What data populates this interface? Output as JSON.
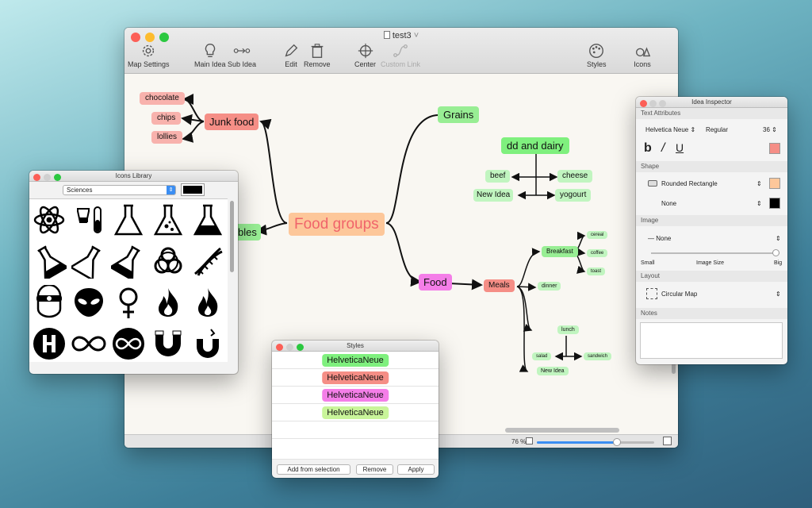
{
  "main_window": {
    "title": "test3",
    "toolbar": [
      {
        "id": "map-settings",
        "label": "Map Settings",
        "icon": "gear-icon"
      },
      {
        "id": "main-idea",
        "label": "Main Idea",
        "icon": "lightbulb-icon"
      },
      {
        "id": "sub-idea",
        "label": "Sub Idea",
        "icon": "sub-idea-icon"
      },
      {
        "id": "edit",
        "label": "Edit",
        "icon": "pencil-icon"
      },
      {
        "id": "remove",
        "label": "Remove",
        "icon": "trash-icon"
      },
      {
        "id": "center",
        "label": "Center",
        "icon": "crosshair-icon"
      },
      {
        "id": "custom-link",
        "label": "Custom Link",
        "icon": "custom-link-icon",
        "disabled": true
      },
      {
        "id": "styles",
        "label": "Styles",
        "icon": "palette-icon"
      },
      {
        "id": "icons",
        "label": "Icons",
        "icon": "shapes-icon"
      }
    ],
    "zoom_label": "76 %",
    "zoom_value": 0.68
  },
  "mindmap": {
    "nodes": [
      {
        "id": "food-groups",
        "label": "Food groups",
        "color": "#fdc79a"
      },
      {
        "id": "junk-food",
        "label": "Junk food",
        "color": "#f58e86"
      },
      {
        "id": "chocolate",
        "label": "chocolate",
        "color": "#f8b2ad"
      },
      {
        "id": "chips",
        "label": "chips",
        "color": "#f8b2ad"
      },
      {
        "id": "lollies",
        "label": "lollies",
        "color": "#f8b2ad"
      },
      {
        "id": "grains",
        "label": "Grains",
        "color": "#98ee94"
      },
      {
        "id": "dairy",
        "label": "dd and dairy",
        "color": "#7ff07e"
      },
      {
        "id": "beef",
        "label": "beef",
        "color": "#c1f5c0"
      },
      {
        "id": "cheese",
        "label": "cheese",
        "color": "#c1f5c0"
      },
      {
        "id": "new-idea-1",
        "label": "New Idea",
        "color": "#c1f5c0"
      },
      {
        "id": "yogourt",
        "label": "yogourt",
        "color": "#c1f5c0"
      },
      {
        "id": "vegetables",
        "label": "bles",
        "color": "#98ee94"
      },
      {
        "id": "food",
        "label": "Food",
        "color": "#f47ee8"
      },
      {
        "id": "meals",
        "label": "Meals",
        "color": "#f58e86"
      },
      {
        "id": "breakfast",
        "label": "Breakfast",
        "color": "#98ee94"
      },
      {
        "id": "cereal",
        "label": "cereal",
        "color": "#c1f5c0"
      },
      {
        "id": "coffee",
        "label": "coffee",
        "color": "#c1f5c0"
      },
      {
        "id": "toast",
        "label": "toast",
        "color": "#c1f5c0"
      },
      {
        "id": "dinner",
        "label": "dinner",
        "color": "#c1f5c0"
      },
      {
        "id": "lunch",
        "label": "lunch",
        "color": "#c1f5c0"
      },
      {
        "id": "salad",
        "label": "salad",
        "color": "#c1f5c0"
      },
      {
        "id": "sandwich",
        "label": "sandwich",
        "color": "#c1f5c0"
      },
      {
        "id": "new-idea-2",
        "label": "New Idea",
        "color": "#c1f5c0"
      }
    ]
  },
  "icons_library": {
    "title": "Icons Library",
    "category": "Sciences",
    "color": "#000000",
    "icons": [
      "atom-icon",
      "test-tubes-icon",
      "flask-icon",
      "flask-bubbles-icon",
      "flask-filled-icon",
      "flask-tilted-dots-icon",
      "flask-tilted-icon",
      "flask-tilted-filled-icon",
      "biohazard-icon",
      "dna-icon",
      "cyclops-icon",
      "alien-icon",
      "female-symbol-icon",
      "flame-icon",
      "flame-filled-icon",
      "hospital-h-icon",
      "infinity-icon",
      "infinity-circle-icon",
      "magnet-icon",
      "magnet-broken-icon"
    ]
  },
  "styles_panel": {
    "title": "Styles",
    "styles": [
      {
        "label": "HelveticaNeue",
        "color": "#7ff07e"
      },
      {
        "label": "HelveticaNeue",
        "color": "#f58e86"
      },
      {
        "label": "HelveticaNeue",
        "color": "#f47ee8"
      },
      {
        "label": "HelveticaNeue",
        "color": "#c9f59a"
      }
    ],
    "add_label": "Add from selection",
    "remove_label": "Remove",
    "apply_label": "Apply"
  },
  "inspector": {
    "title": "Idea Inspector",
    "text_attributes_header": "Text Attributes",
    "font_family": "Helvetica Neue",
    "font_style": "Regular",
    "font_size": "36",
    "text_color": "#f58e86",
    "shape_header": "Shape",
    "shape": "Rounded Rectangle",
    "shape_color": "#fdc79a",
    "border": "None",
    "border_color": "#000000",
    "image_header": "Image",
    "image": "None",
    "size_small": "Small",
    "size_label": "Image Size",
    "size_big": "Big",
    "size_value": 1.0,
    "layout_header": "Layout",
    "layout": "Circular Map",
    "notes_header": "Notes"
  }
}
